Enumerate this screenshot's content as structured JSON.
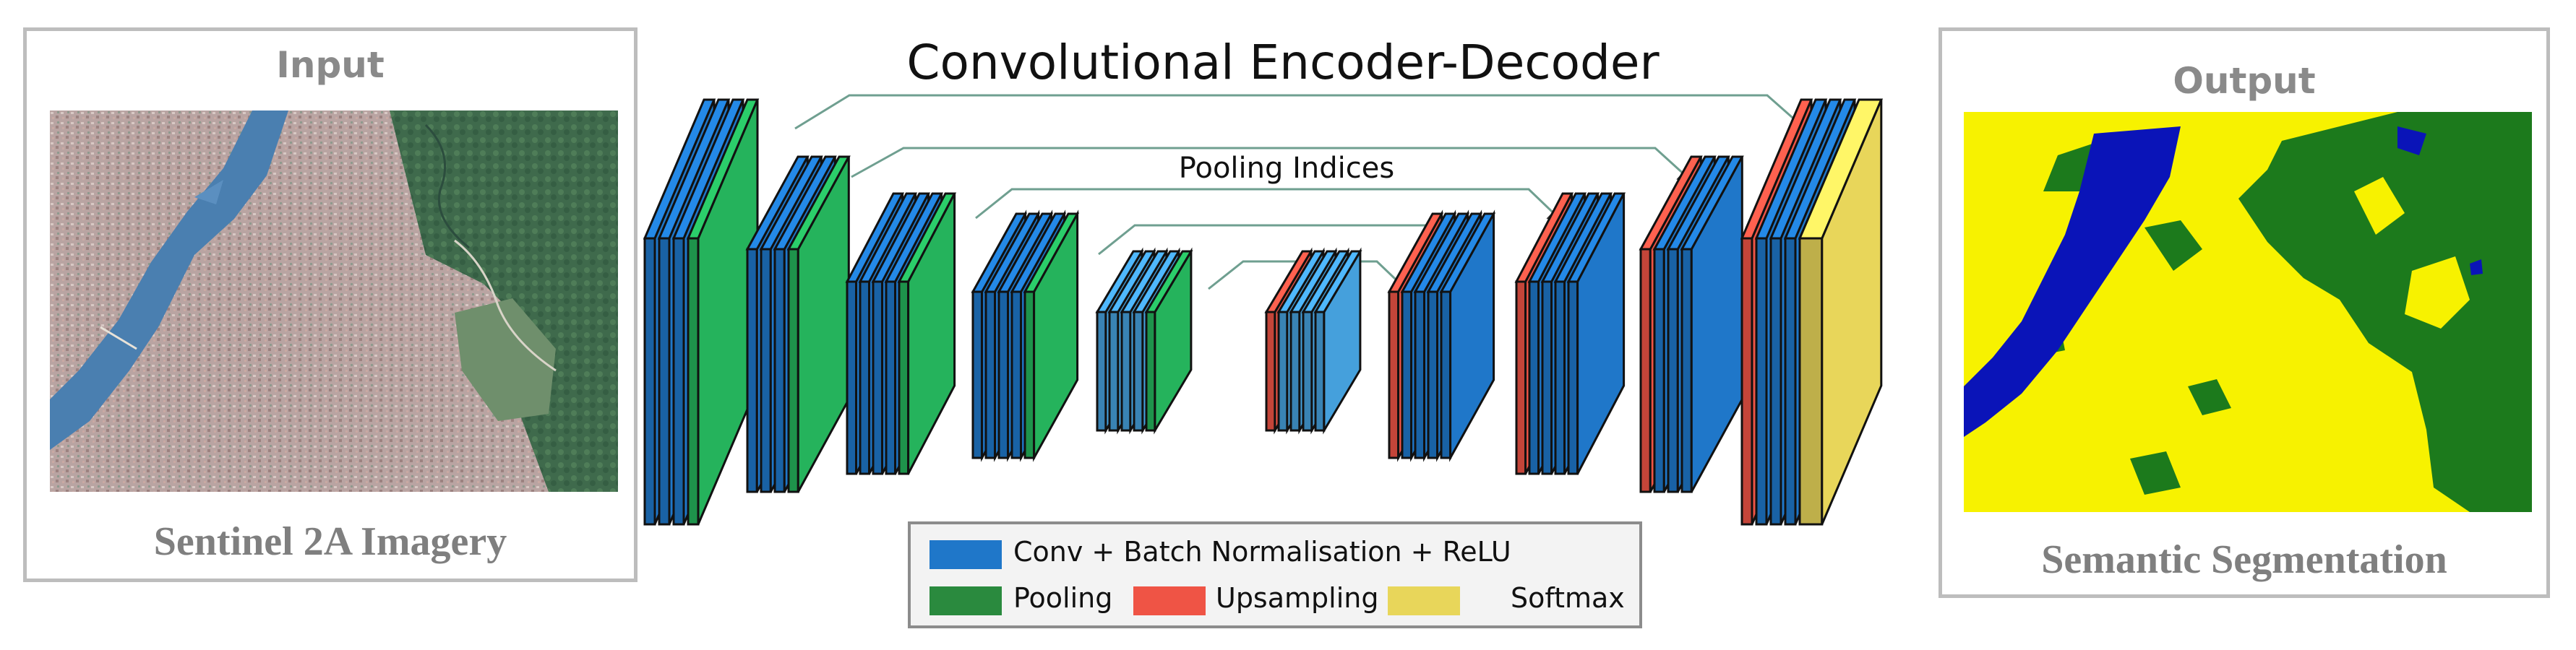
{
  "input_panel": {
    "title": "Input",
    "caption": "Sentinel 2A Imagery"
  },
  "output_panel": {
    "title": "Output",
    "caption": "Semantic Segmentation"
  },
  "diagram": {
    "title": "Convolutional Encoder-Decoder",
    "skip_label": "Pooling Indices"
  },
  "legend": {
    "items": [
      {
        "label": "Conv + Batch Normalisation + ReLU",
        "color": "#1f77c9"
      },
      {
        "label": "Pooling",
        "color": "#2a8a3e"
      },
      {
        "label": "Upsampling",
        "color": "#ef5445"
      },
      {
        "label": "Softmax",
        "color": "#e8d65a"
      }
    ]
  },
  "colors": {
    "conv": "#1f77c9",
    "conv_light": "#45a0dc",
    "pool": "#25b35c",
    "upsample": "#ef5445",
    "softmax": "#e8d65a",
    "water": "#0a14b8",
    "vegetation": "#1c7a1c",
    "urban": "#f7f200",
    "sea": "#4a7fb0"
  }
}
